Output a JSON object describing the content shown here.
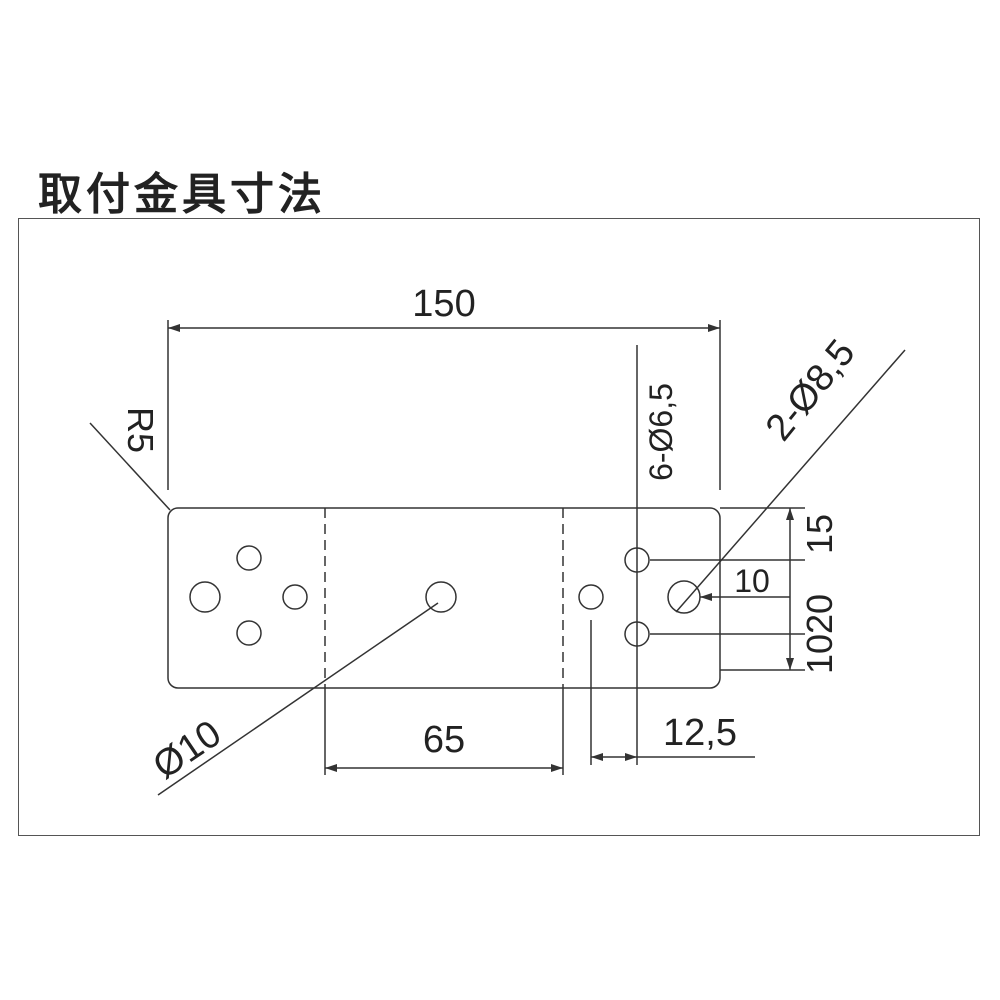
{
  "title": "取付金具寸法",
  "dimensions": {
    "overall_length": "150",
    "corner_radius": "R5",
    "small_holes": "6-Ø6,5",
    "slot_holes": "2-Ø8,5",
    "hole_spacing_10": "10",
    "vertical_10_20": "1020",
    "vertical_15": "15",
    "center_hole": "Ø10",
    "section_65": "65",
    "offset_12_5": "12,5"
  },
  "colors": {
    "line": "#333333",
    "frame": "#555555",
    "text": "#222222"
  }
}
